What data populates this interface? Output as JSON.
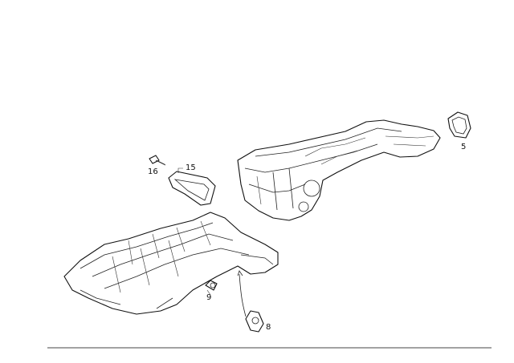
{
  "callouts": {
    "c5": "5",
    "c8": "8",
    "c9": "9",
    "c15": "15",
    "c16": "16"
  },
  "colors": {
    "line": "#111111",
    "background": "#ffffff"
  }
}
